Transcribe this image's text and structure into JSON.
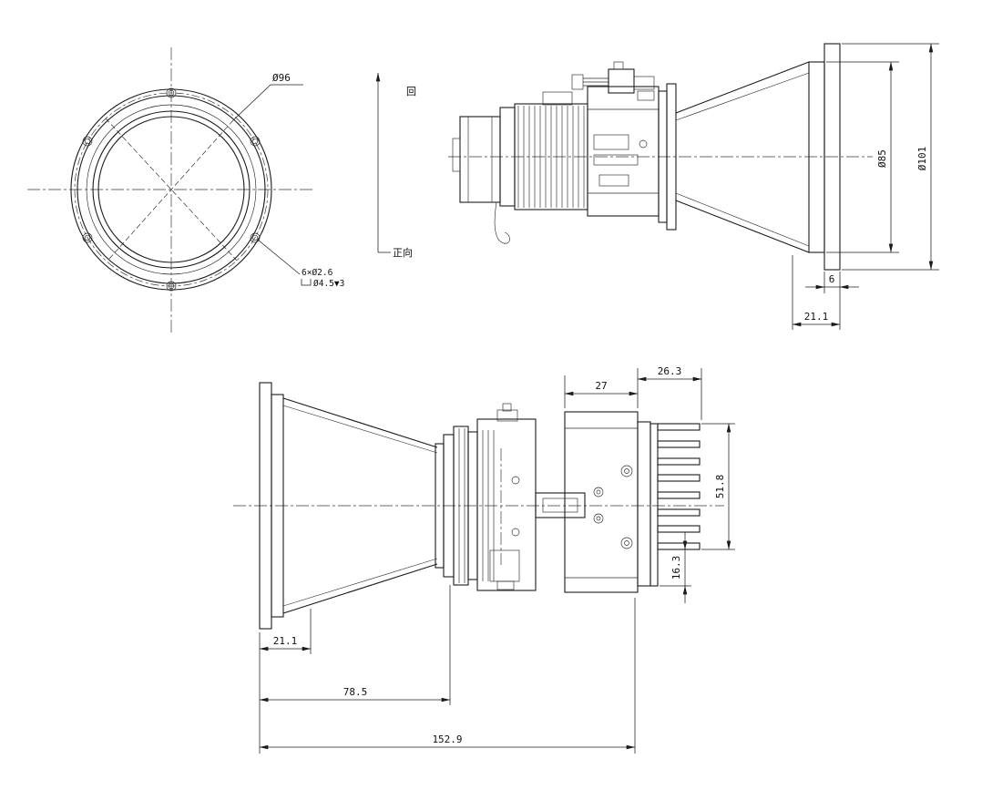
{
  "colors": {
    "background": "#ffffff",
    "line": "#1b1b1b"
  },
  "front_view": {
    "dim_bolt_circle": "Ø96",
    "dim_hole_pattern": "6×Ø2.6",
    "dim_counterbore": "Ø4.5▼3"
  },
  "direction_marker": {
    "box_label": "回",
    "label": "正向"
  },
  "side_view": {
    "dim_inner_diameter": "Ø85",
    "dim_outer_diameter": "Ø101",
    "dim_flange_thickness": "6",
    "dim_flange_depth": "21.1"
  },
  "profile_view": {
    "dim_body_width": "27",
    "dim_heatsink_width": "26.3",
    "dim_heatsink_height": "51.8",
    "dim_bottom_offset": "16.3",
    "dim_flange_depth": "21.1",
    "dim_front_length": "78.5",
    "dim_total_length": "152.9"
  }
}
